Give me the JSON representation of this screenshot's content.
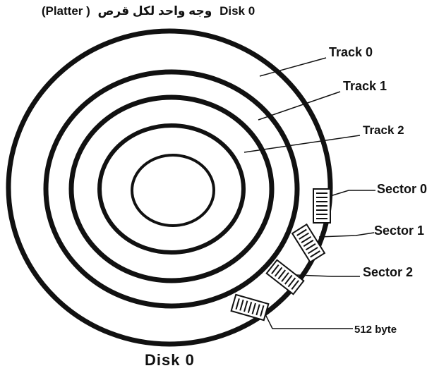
{
  "title": {
    "part1": "(Platter )",
    "part2": "وجه واحد لكل قرص",
    "part3": "Disk 0"
  },
  "footer": "Disk 0",
  "tracks": [
    "Track 0",
    "Track 1",
    "Track 2"
  ],
  "sectors": [
    "Sector 0",
    "Sector 1",
    "Sector 2"
  ],
  "byte_label": "512 byte",
  "colors": {
    "ink": "#111111",
    "background": "#ffffff"
  }
}
